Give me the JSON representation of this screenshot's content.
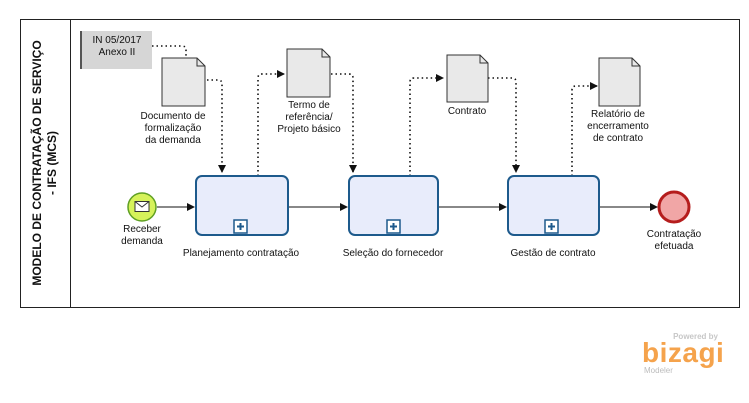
{
  "pool": {
    "title_line1": "MODELO DE CONTRATAÇÃO DE SERVIÇO",
    "title_line2": "- IFS (MCS)"
  },
  "annotation": {
    "line1": "IN 05/2017",
    "line2": "Anexo II"
  },
  "start_event": {
    "line1": "Receber",
    "line2": "demanda"
  },
  "end_event": {
    "line1": "Contratação",
    "line2": "efetuada"
  },
  "tasks": [
    {
      "label": "Planejamento contratação"
    },
    {
      "label": "Seleção do fornecedor"
    },
    {
      "label": "Gestão de contrato"
    }
  ],
  "documents": [
    {
      "lines": [
        "Documento de",
        "formalização",
        "da demanda"
      ]
    },
    {
      "lines": [
        "Termo de",
        "referência/",
        "Projeto básico"
      ]
    },
    {
      "lines": [
        "Contrato"
      ]
    },
    {
      "lines": [
        "Relatório de",
        "encerramento",
        "de contrato"
      ]
    }
  ],
  "watermark": {
    "powered_by": "Powered by",
    "brand": "bizagi",
    "product": "Modeler"
  },
  "colors": {
    "task_fill": "#e8ecfb",
    "task_stroke": "#1d5a8c",
    "start_fill": "#d6f25a",
    "start_stroke": "#5fa024",
    "end_fill": "#f1a6a6",
    "end_stroke": "#b51d1d",
    "brand": "#f5a34c"
  }
}
